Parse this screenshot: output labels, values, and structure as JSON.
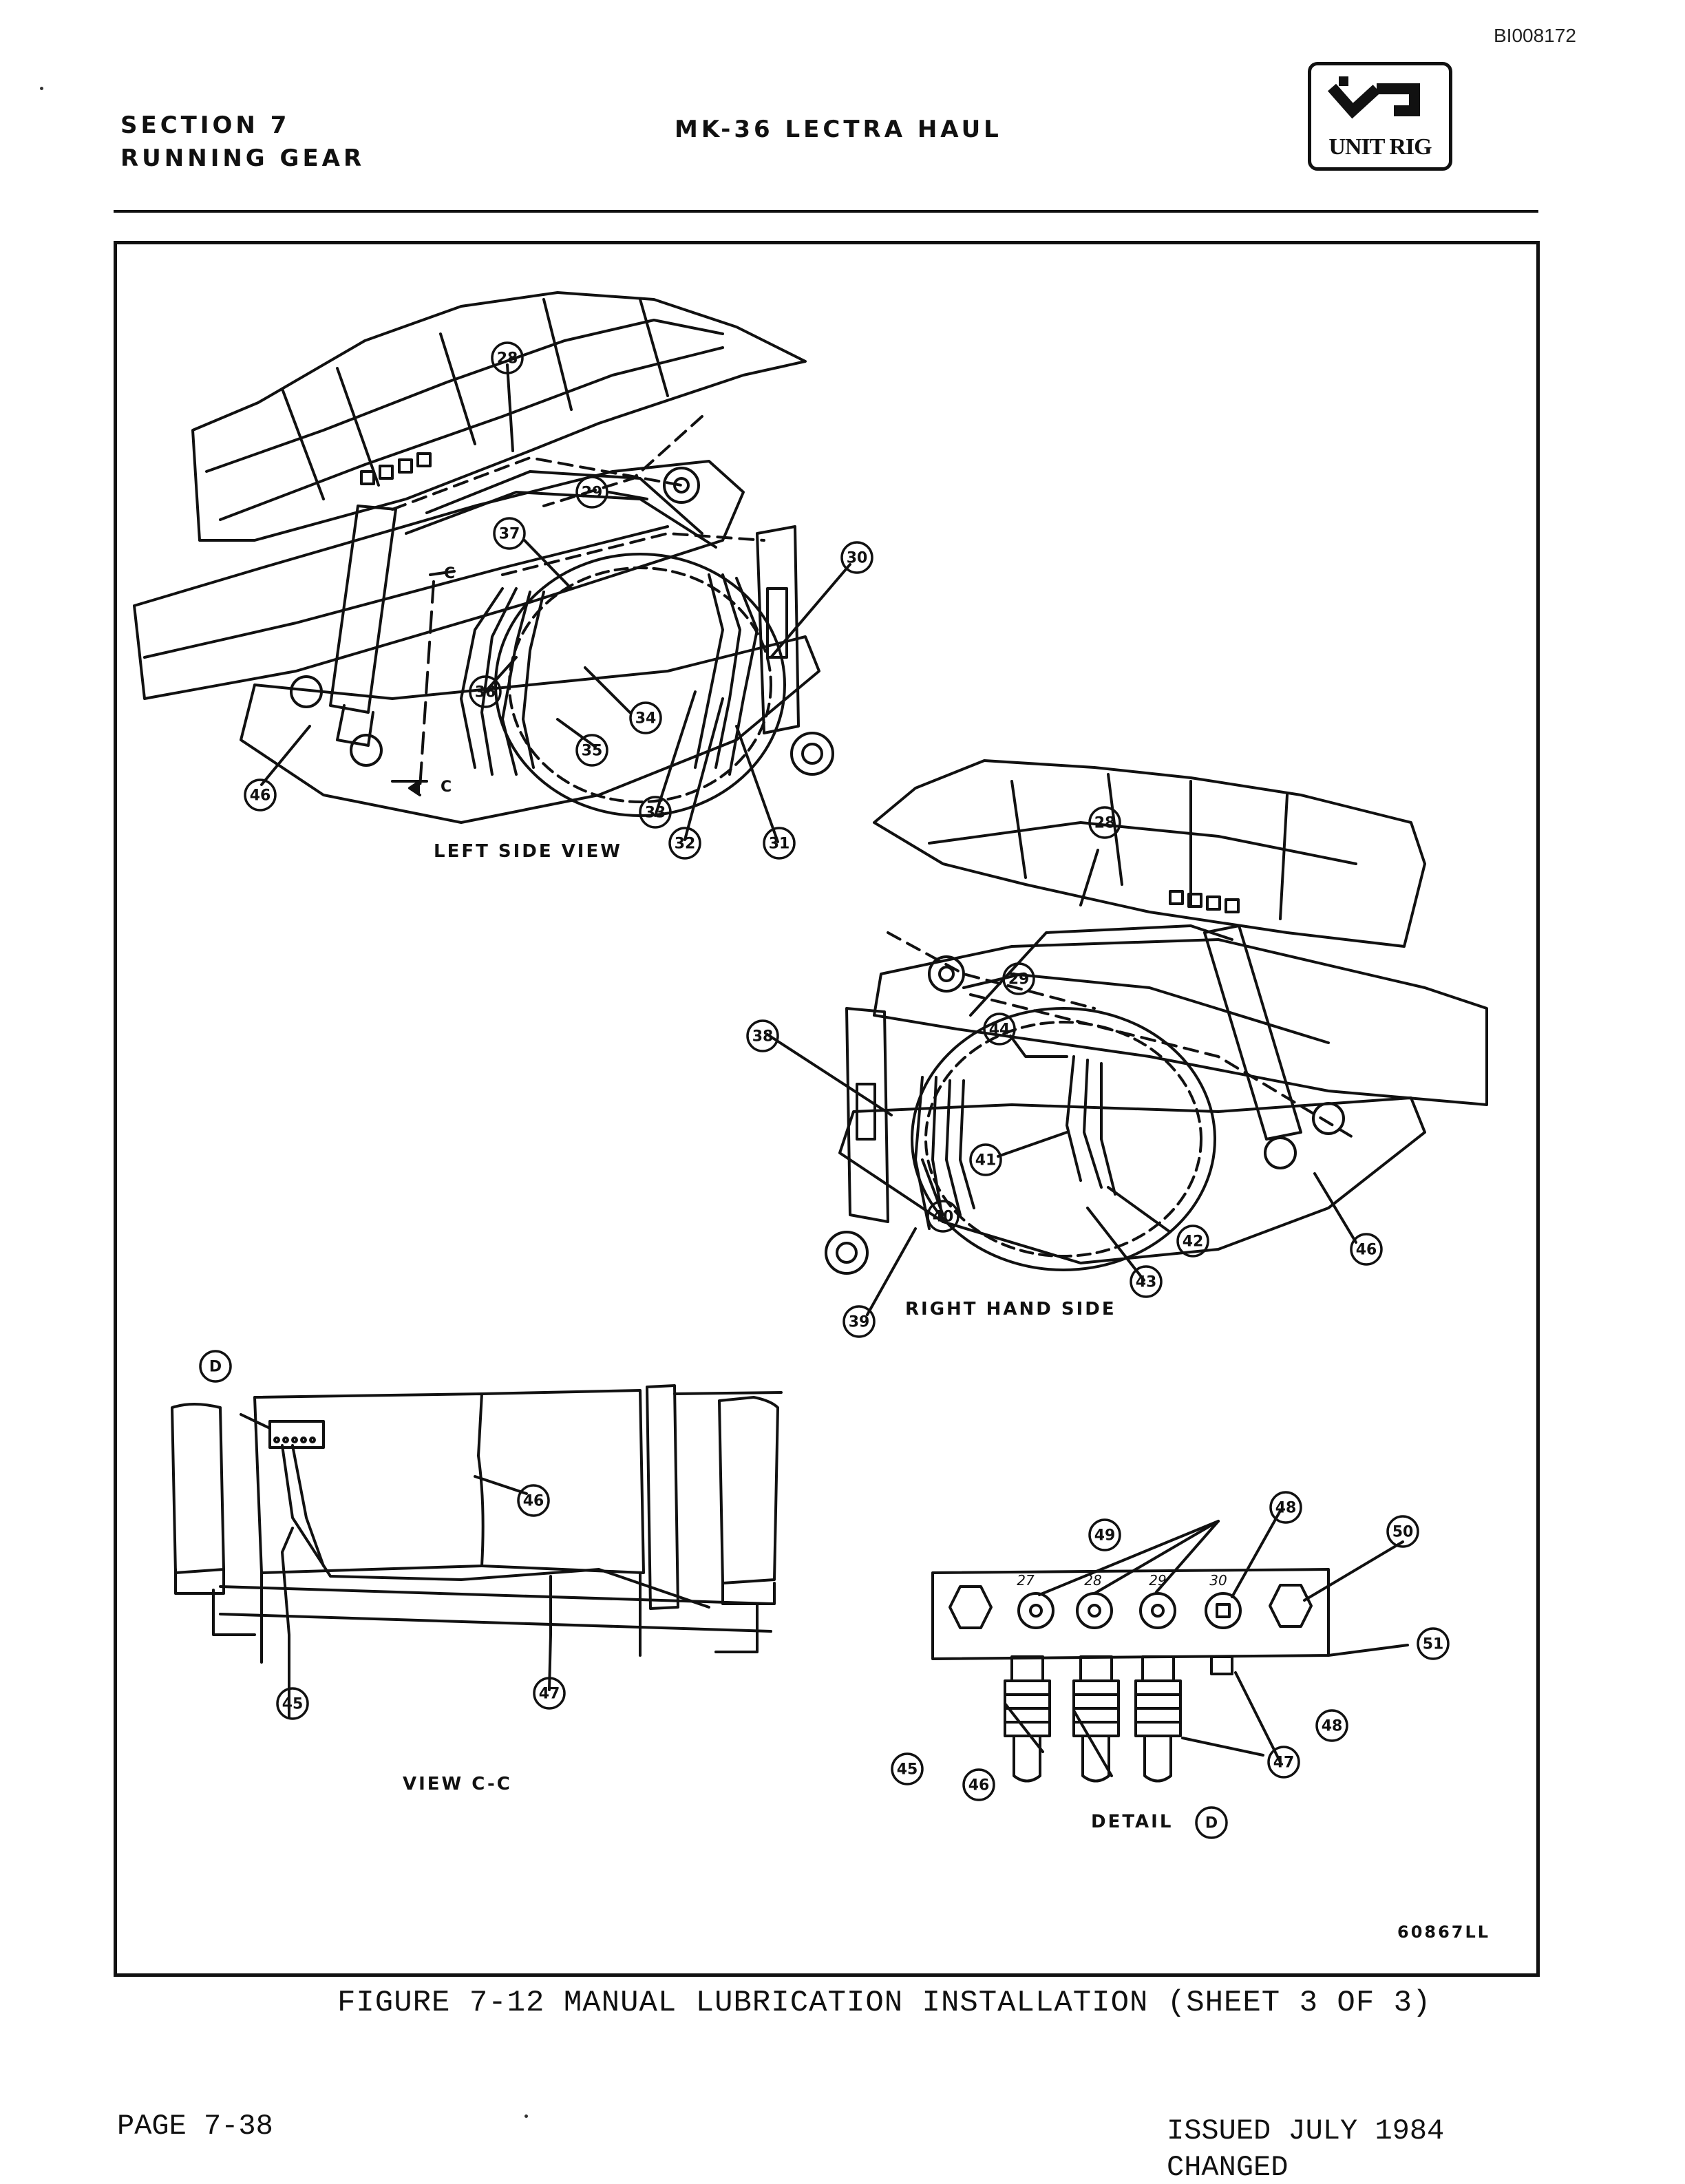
{
  "doc_id": "BI008172",
  "header": {
    "section": "SECTION 7",
    "subsection": "RUNNING GEAR",
    "title": "MK-36 LECTRA HAUL",
    "logo_text": "UNIT RIG"
  },
  "figure": {
    "views": {
      "left_side": "LEFT SIDE VIEW",
      "right_side": "RIGHT HAND SIDE",
      "view_cc": "VIEW C-C",
      "detail_label": "DETAIL",
      "detail_letter": "D",
      "section_marker": "C"
    },
    "callouts_left": [
      "28",
      "29",
      "30",
      "37",
      "36",
      "34",
      "35",
      "33",
      "32",
      "31",
      "46"
    ],
    "callouts_right": [
      "28",
      "29",
      "44",
      "38",
      "41",
      "40",
      "42",
      "39",
      "43",
      "46"
    ],
    "callouts_view_cc": [
      "D",
      "46",
      "45",
      "47"
    ],
    "callouts_detail": [
      "49",
      "48",
      "50",
      "51",
      "45",
      "46",
      "48",
      "47"
    ],
    "port_numbers": [
      "27",
      "28",
      "29",
      "30"
    ],
    "drawing_number": "60867LL"
  },
  "caption": "FIGURE 7-12 MANUAL LUBRICATION INSTALLATION (SHEET 3 OF 3)",
  "footer": {
    "page": "PAGE 7-38",
    "issued": "ISSUED JULY 1984",
    "changed": "CHANGED"
  }
}
